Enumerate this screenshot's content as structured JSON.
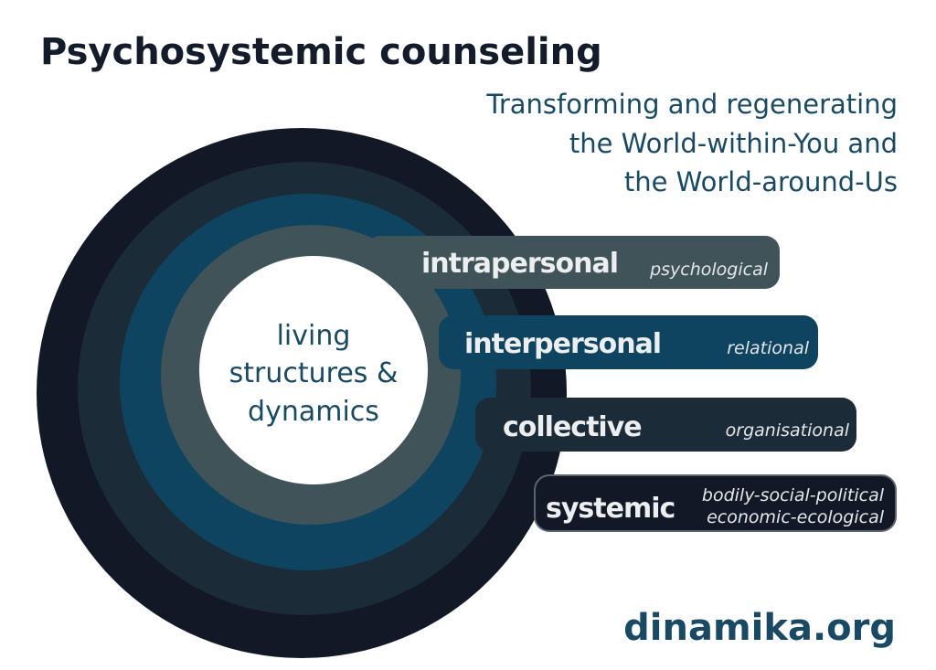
{
  "title": "Psychosystemic counseling",
  "subtitle": [
    "Transforming and regenerating",
    "the World-within-You and",
    "the World-around-Us"
  ],
  "center": [
    "living",
    "structures &",
    "dynamics"
  ],
  "levels": [
    {
      "label": "intrapersonal",
      "desc": [
        "psychological"
      ],
      "color": "#3f5359"
    },
    {
      "label": "interpersonal",
      "desc": [
        "relational"
      ],
      "color": "#0e4460"
    },
    {
      "label": "collective",
      "desc": [
        "organisational"
      ],
      "color": "#1b2b37"
    },
    {
      "label": "systemic",
      "desc": [
        "bodily-social-political",
        "economic-ecological"
      ],
      "color": "#121826"
    }
  ],
  "brand": "dinamika.org"
}
